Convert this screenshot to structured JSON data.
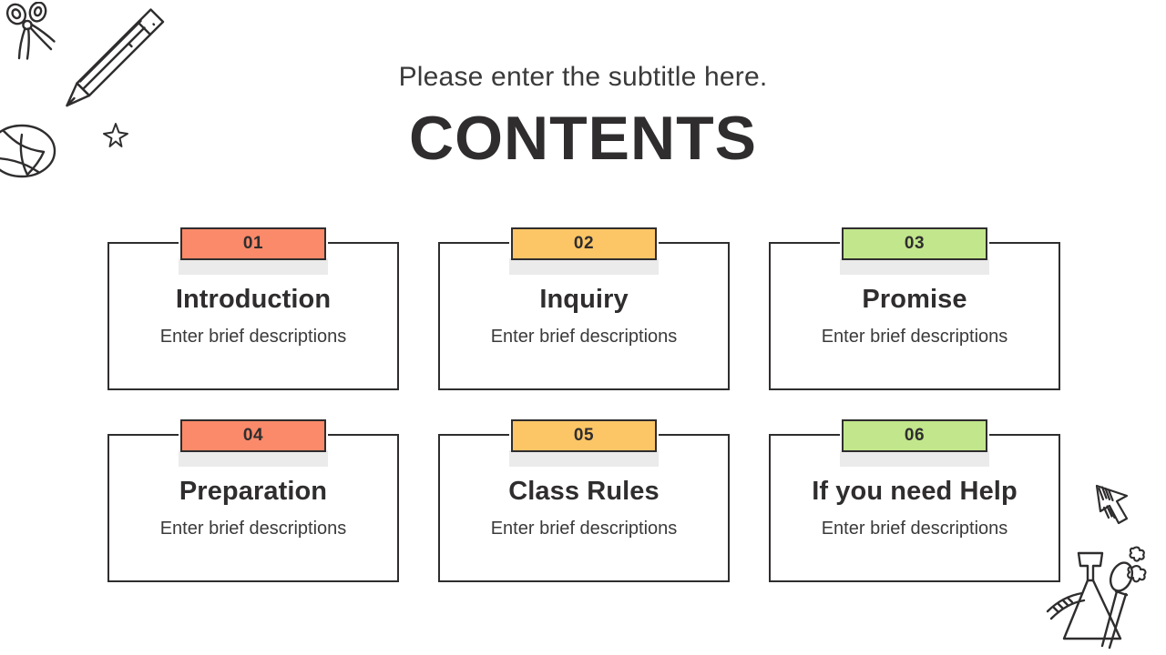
{
  "slide": {
    "background_color": "#ffffff",
    "header": {
      "subtitle": "Please enter the subtitle here.",
      "title": "CONTENTS"
    },
    "palette": {
      "ink": "#2f2d2e",
      "text_muted": "#3a3a3a",
      "badge_orange": "#fa8a6a",
      "badge_amber": "#fcc666",
      "badge_green": "#c2e68c",
      "badge_shadow": "#ebebeb"
    },
    "cards": [
      {
        "number": "01",
        "title": "Introduction",
        "description": "Enter brief descriptions",
        "badge_color": "#fa8a6a"
      },
      {
        "number": "02",
        "title": "Inquiry",
        "description": "Enter brief descriptions",
        "badge_color": "#fcc666"
      },
      {
        "number": "03",
        "title": "Promise",
        "description": "Enter brief descriptions",
        "badge_color": "#c2e68c"
      },
      {
        "number": "04",
        "title": "Preparation",
        "description": "Enter brief descriptions",
        "badge_color": "#fa8a6a"
      },
      {
        "number": "05",
        "title": "Class Rules",
        "description": "Enter brief descriptions",
        "badge_color": "#fcc666"
      },
      {
        "number": "06",
        "title": "If you need Help",
        "description": "Enter brief descriptions",
        "badge_color": "#c2e68c"
      }
    ],
    "decorations": [
      {
        "name": "scissors-doodle",
        "position": "top-left"
      },
      {
        "name": "pencil-doodle",
        "position": "top-left"
      },
      {
        "name": "star-doodle",
        "position": "top-left"
      },
      {
        "name": "ball-doodle",
        "position": "left-edge"
      },
      {
        "name": "arrow-cursor-doodle",
        "position": "bottom-right"
      },
      {
        "name": "flask-doodle",
        "position": "bottom-right"
      },
      {
        "name": "bubbles-doodle",
        "position": "bottom-right"
      }
    ]
  }
}
